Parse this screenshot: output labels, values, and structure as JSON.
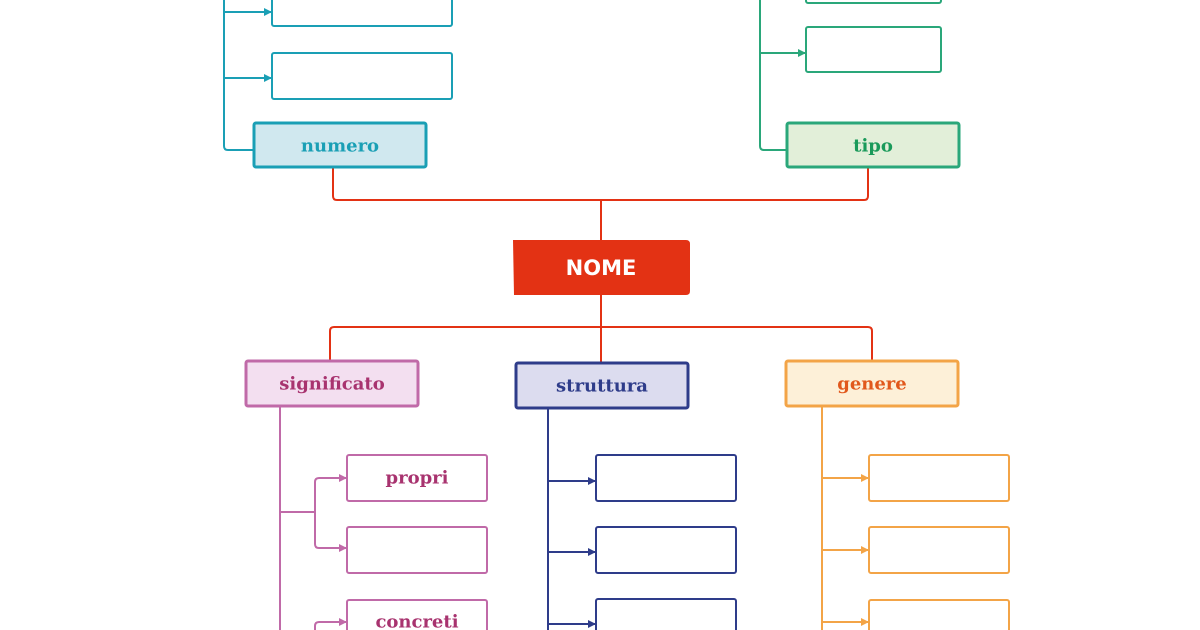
{
  "root": {
    "label": "NOME",
    "color": "#e33214"
  },
  "branches": {
    "numero": {
      "label": "numero",
      "color": "#1a9fb5",
      "fill": "#d0e8ef"
    },
    "tipo": {
      "label": "tipo",
      "color": "#2aa77a",
      "fill": "#e2efd9",
      "text_color": "#1a9a5a"
    },
    "significato": {
      "label": "significato",
      "color": "#c06aa8",
      "fill": "#f3dff0",
      "text_color": "#a8336f",
      "children": [
        "propri",
        "",
        "concreti"
      ]
    },
    "struttura": {
      "label": "struttura",
      "color": "#2e3c8a",
      "fill": "#dcdcef"
    },
    "genere": {
      "label": "genere",
      "color": "#f3a447",
      "fill": "#fdf0d8",
      "text_color": "#e1581c"
    }
  }
}
